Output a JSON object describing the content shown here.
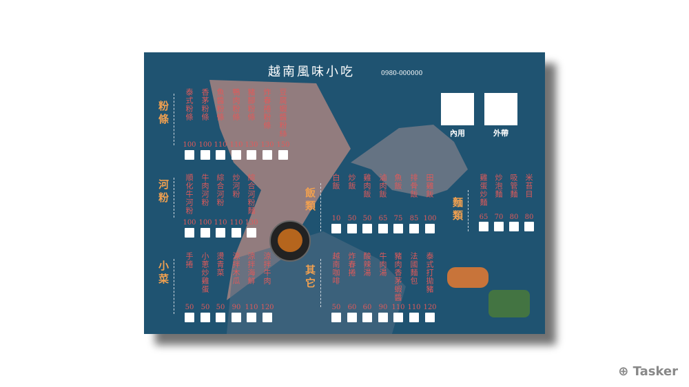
{
  "title": "越南風味小吃",
  "phone": "0980-000000",
  "order_types": [
    "內用",
    "外帶"
  ],
  "sections": [
    {
      "label": "粉條",
      "items": [
        {
          "name": "泰式粉條",
          "price": "100"
        },
        {
          "name": "香茅粉條",
          "price": "100"
        },
        {
          "name": "魚醬粉條",
          "price": "110"
        },
        {
          "name": "鴨肉粉條",
          "price": "110"
        },
        {
          "name": "豬腳粉條",
          "price": "130"
        },
        {
          "name": "炸春捲粉條",
          "price": "130"
        },
        {
          "name": "豆腐蝦醬粉絲",
          "price": "150"
        }
      ]
    },
    {
      "label": "河粉",
      "items": [
        {
          "name": "順化牛河粉",
          "price": "100"
        },
        {
          "name": "牛肉河粉",
          "price": "100"
        },
        {
          "name": "綜合河粉",
          "price": "110"
        },
        {
          "name": "炒河粉",
          "price": "110"
        },
        {
          "name": "綜合河粉麵",
          "price": "130"
        }
      ]
    },
    {
      "label": "小菜",
      "items": [
        {
          "name": "手捲",
          "price": "50"
        },
        {
          "name": "小蔥炒雞蛋",
          "price": "50"
        },
        {
          "name": "燙青菜",
          "price": "50"
        },
        {
          "name": "涼拌木瓜",
          "price": "90"
        },
        {
          "name": "涼拌海鮮",
          "price": "110"
        },
        {
          "name": "涼拌牛肉",
          "price": "120"
        }
      ]
    },
    {
      "label": "飯類",
      "items": [
        {
          "name": "白飯",
          "price": "10"
        },
        {
          "name": "炒飯",
          "price": "50"
        },
        {
          "name": "雞肉飯",
          "price": "50"
        },
        {
          "name": "滷肉飯",
          "price": "65"
        },
        {
          "name": "魚飯",
          "price": "75"
        },
        {
          "name": "排骨飯",
          "price": "85"
        },
        {
          "name": "田雞飯",
          "price": "100"
        }
      ]
    },
    {
      "label": "其它",
      "items": [
        {
          "name": "越南咖啡",
          "price": "50"
        },
        {
          "name": "炸春捲",
          "price": "60"
        },
        {
          "name": "酸辣湯",
          "price": "60"
        },
        {
          "name": "牛肉湯",
          "price": "90"
        },
        {
          "name": "豬肉香茅蝦醬",
          "price": "110"
        },
        {
          "name": "法國麵包",
          "price": "110"
        },
        {
          "name": "泰式打拋豬",
          "price": "120"
        }
      ]
    },
    {
      "label": "麵類",
      "items": [
        {
          "name": "雞蛋炒麵",
          "price": "65"
        },
        {
          "name": "炒泡麵",
          "price": "70"
        },
        {
          "name": "吸管麵",
          "price": "80"
        },
        {
          "name": "米苔目",
          "price": "80"
        }
      ]
    }
  ],
  "watermark": "Tasker"
}
